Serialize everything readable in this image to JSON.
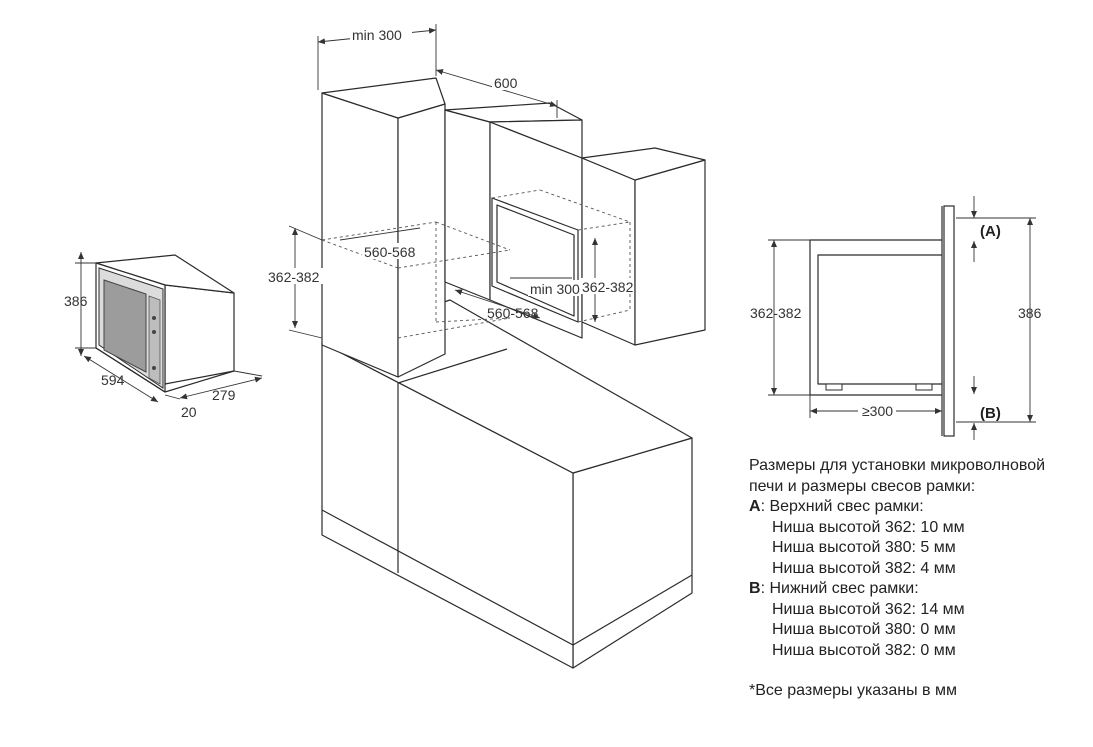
{
  "microwave": {
    "height": "386",
    "width": "594",
    "depth": "279",
    "frame": "20"
  },
  "cabinet": {
    "side_gap": "min 300",
    "cabinet_depth": "600",
    "niche_width_top": "560-568",
    "niche_height": "362-382",
    "niche_width_bottom": "560-568",
    "wall_gap": "min 300",
    "niche_height_wall": "362-382"
  },
  "section": {
    "label_a": "(A)",
    "label_b": "(B)",
    "niche_height": "362-382",
    "total_height": "386",
    "depth_min": "≥300"
  },
  "notes": {
    "title": "Размеры для установки микроволновой печи и размеры свесов рамки:",
    "a_letter": "A",
    "a_title": ": Верхний свес рамки:",
    "a_items": [
      "Ниша высотой 362: 10 мм",
      "Ниша высотой 380: 5 мм",
      "Ниша высотой 382: 4 мм"
    ],
    "b_letter": "B",
    "b_title": ": Нижний свес рамки:",
    "b_items": [
      "Ниша высотой 362: 14 мм",
      "Ниша высотой 380: 0 мм",
      "Ниша высотой 382: 0 мм"
    ],
    "footnote": "*Все размеры указаны в мм"
  }
}
